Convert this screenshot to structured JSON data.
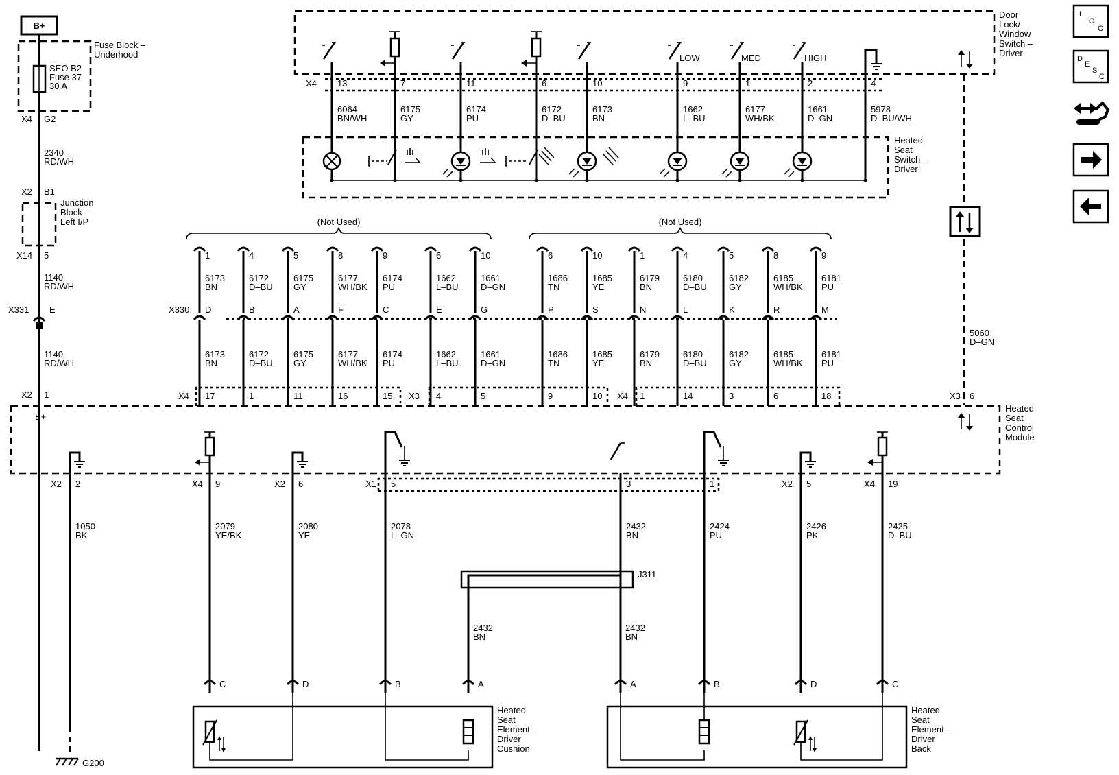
{
  "power": {
    "label": "B+"
  },
  "fuse_block": {
    "name": [
      "Fuse Block –",
      "Underhood"
    ],
    "fuse": [
      "SEO B2",
      "Fuse 37",
      "30 A"
    ],
    "conn": "X4",
    "pin": "G2"
  },
  "left_column": {
    "w1": [
      "2340",
      "RD/WH"
    ],
    "jb_conn": "X2",
    "jb_pin_top": "B1",
    "jb_name": [
      "Junction",
      "Block –",
      "Left I/P"
    ],
    "jb_conn2": "X14",
    "jb_pin2": "5",
    "w2": [
      "1140",
      "RD/WH"
    ],
    "inline_conn": "X331",
    "inline_pin": "E",
    "w3": [
      "1140",
      "RD/WH"
    ],
    "mod_conn": "X2",
    "mod_pin": "1",
    "bplus": "B+"
  },
  "door_switch": {
    "name": [
      "Door",
      "Lock/",
      "Window",
      "Switch –",
      "Driver"
    ],
    "conn": "X4",
    "speed": [
      "LOW",
      "MED",
      "HIGH"
    ],
    "pins": [
      {
        "pin": "13",
        "circuit": "6064",
        "color": "BN/WH"
      },
      {
        "pin": "7",
        "circuit": "6175",
        "color": "GY"
      },
      {
        "pin": "11",
        "circuit": "6174",
        "color": "PU"
      },
      {
        "pin": "6",
        "circuit": "6172",
        "color": "D–BU"
      },
      {
        "pin": "10",
        "circuit": "6173",
        "color": "BN"
      },
      {
        "pin": "9",
        "circuit": "1662",
        "color": "L–BU"
      },
      {
        "pin": "1",
        "circuit": "6177",
        "color": "WH/BK"
      },
      {
        "pin": "2",
        "circuit": "1661",
        "color": "D–GN"
      },
      {
        "pin": "4",
        "circuit": "5978",
        "color": "D–BU/WH"
      }
    ]
  },
  "heated_switch": {
    "name": [
      "Heated",
      "Seat",
      "Switch –",
      "Driver"
    ]
  },
  "not_used": "(Not Used)",
  "x330": {
    "label": "X330",
    "left_group": [
      {
        "top_pin": "1",
        "circuit": "6173",
        "color": "BN",
        "cav": "D"
      },
      {
        "top_pin": "4",
        "circuit": "6172",
        "color": "D–BU",
        "cav": "B"
      },
      {
        "top_pin": "5",
        "circuit": "6175",
        "color": "GY",
        "cav": "A"
      },
      {
        "top_pin": "8",
        "circuit": "6177",
        "color": "WH/BK",
        "cav": "F"
      },
      {
        "top_pin": "9",
        "circuit": "6174",
        "color": "PU",
        "cav": "C"
      },
      {
        "top_pin": "6",
        "circuit": "1662",
        "color": "L–BU",
        "cav": "E"
      },
      {
        "top_pin": "10",
        "circuit": "1661",
        "color": "D–GN",
        "cav": "G"
      }
    ],
    "right_group": [
      {
        "top_pin": "6",
        "circuit": "1686",
        "color": "TN",
        "cav": "P"
      },
      {
        "top_pin": "10",
        "circuit": "1685",
        "color": "YE",
        "cav": "S"
      },
      {
        "top_pin": "1",
        "circuit": "6179",
        "color": "BN",
        "cav": "N"
      },
      {
        "top_pin": "4",
        "circuit": "6180",
        "color": "D–BU",
        "cav": "L"
      },
      {
        "top_pin": "5",
        "circuit": "6182",
        "color": "GY",
        "cav": "K"
      },
      {
        "top_pin": "8",
        "circuit": "6185",
        "color": "WH/BK",
        "cav": "R"
      },
      {
        "top_pin": "9",
        "circuit": "6181",
        "color": "PU",
        "cav": "M"
      }
    ]
  },
  "module_top_pins": {
    "x4a": "X4",
    "x3a": "X3",
    "x4b": "X4",
    "pins_left": [
      "17",
      "1",
      "11",
      "16",
      "15",
      "4",
      "5"
    ],
    "pins_right": [
      "9",
      "10",
      "1",
      "14",
      "3",
      "6",
      "18"
    ]
  },
  "right_wire": {
    "circuit": "5060",
    "color": "D–GN",
    "conn": "X3",
    "pin": "6"
  },
  "module": {
    "name": [
      "Heated",
      "Seat",
      "Control",
      "Module"
    ]
  },
  "module_bottom": [
    {
      "conn": "X2",
      "pin": "2",
      "circuit": "1050",
      "color": "BK"
    },
    {
      "conn": "X4",
      "pin": "9",
      "circuit": "2079",
      "color": "YE/BK"
    },
    {
      "conn": "X2",
      "pin": "6",
      "circuit": "2080",
      "color": "YE"
    },
    {
      "conn": "X1",
      "pin": "5",
      "circuit": "2078",
      "color": "L–GN"
    },
    {
      "conn": "",
      "pin": "3",
      "circuit": "2432",
      "color": "BN"
    },
    {
      "conn": "",
      "pin": "1",
      "circuit": "2424",
      "color": "PU"
    },
    {
      "conn": "X2",
      "pin": "5",
      "circuit": "2426",
      "color": "PK"
    },
    {
      "conn": "X4",
      "pin": "19",
      "circuit": "2425",
      "color": "D–BU"
    }
  ],
  "splice": {
    "label": "J311",
    "left_wire": [
      "2432",
      "BN"
    ],
    "right_wire": [
      "2432",
      "BN"
    ]
  },
  "ground": "G200",
  "cushion": {
    "name": [
      "Heated",
      "Seat",
      "Element –",
      "Driver",
      "Cushion"
    ],
    "pins": [
      "C",
      "D",
      "B",
      "A"
    ]
  },
  "back": {
    "name": [
      "Heated",
      "Seat",
      "Element –",
      "Driver",
      "Back"
    ],
    "pins": [
      "A",
      "B",
      "D",
      "C"
    ]
  },
  "nav": {
    "loc": [
      "L",
      "O",
      "C"
    ],
    "desc": [
      "D",
      "E",
      "S",
      "C"
    ]
  }
}
